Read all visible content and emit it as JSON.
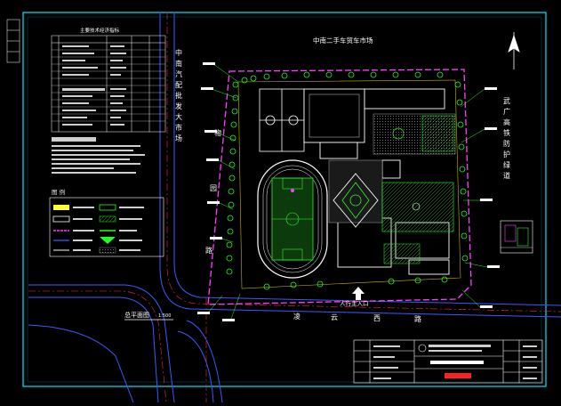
{
  "drawing": {
    "north_market": "中南二手车贸车市场",
    "west_market_chars": [
      "中",
      "南",
      "汽",
      "配",
      "批",
      "发",
      "大",
      "市",
      "场"
    ],
    "east_label_chars": [
      "武",
      "广",
      "高",
      "铁",
      "防",
      "护",
      "绿",
      "道"
    ],
    "road_west_chars": [
      "物",
      "园",
      "路"
    ],
    "road_south_chars": [
      "凌",
      "云",
      "西",
      "路"
    ],
    "entrance": "人行主入口",
    "plan_title": "总平面图",
    "plan_scale": "1:500"
  },
  "legend": {
    "econ_table_title": "主要技术经济指标",
    "legend_title": "图 例"
  },
  "colors": {
    "background": "#000000",
    "frame": "#00e5ff",
    "boundary": "#ff40ff",
    "road": "#3b5bff",
    "centerline": "#ff2a2a",
    "landscape": "#22ff22",
    "building": "#ffffff",
    "titlebar_red": "#ff2020"
  }
}
